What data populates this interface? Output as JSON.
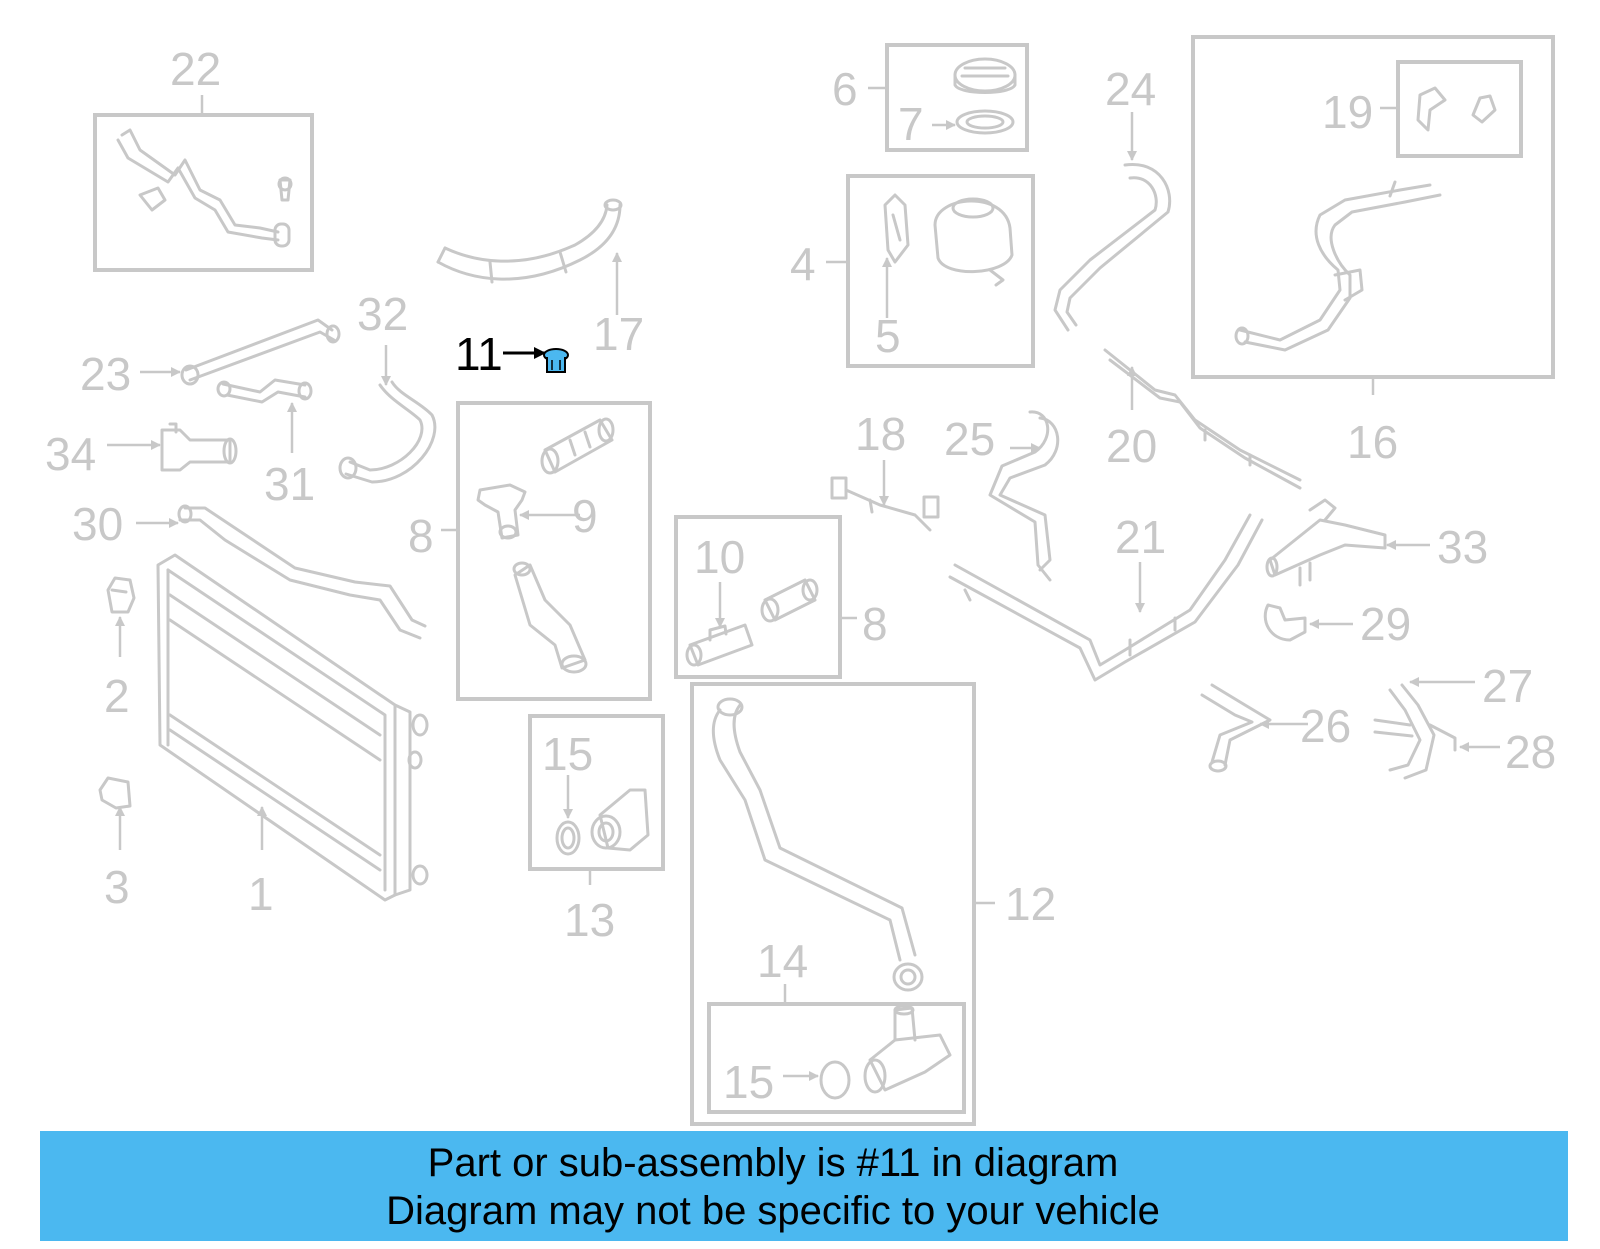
{
  "callouts": {
    "c1": "1",
    "c2": "2",
    "c3": "3",
    "c4": "4",
    "c5": "5",
    "c6": "6",
    "c7": "7",
    "c8a": "8",
    "c8b": "8",
    "c9": "9",
    "c10": "10",
    "c11": "11",
    "c12": "12",
    "c13": "13",
    "c14": "14",
    "c15a": "15",
    "c15b": "15",
    "c16": "16",
    "c17": "17",
    "c18": "18",
    "c19": "19",
    "c20": "20",
    "c21": "21",
    "c22": "22",
    "c23": "23",
    "c24": "24",
    "c25": "25",
    "c26": "26",
    "c27": "27",
    "c28": "28",
    "c29": "29",
    "c30": "30",
    "c31": "31",
    "c32": "32",
    "c33": "33",
    "c34": "34"
  },
  "highlighted_callout": "11",
  "colors": {
    "line_art": "#c8c8c8",
    "highlight_part": "#4bb8f0",
    "banner_background": "#4bb8f0",
    "highlight_text": "#000000"
  },
  "banner": {
    "line1": "Part or sub-assembly is #11 in diagram",
    "line2": "Diagram may not be specific to your vehicle"
  }
}
